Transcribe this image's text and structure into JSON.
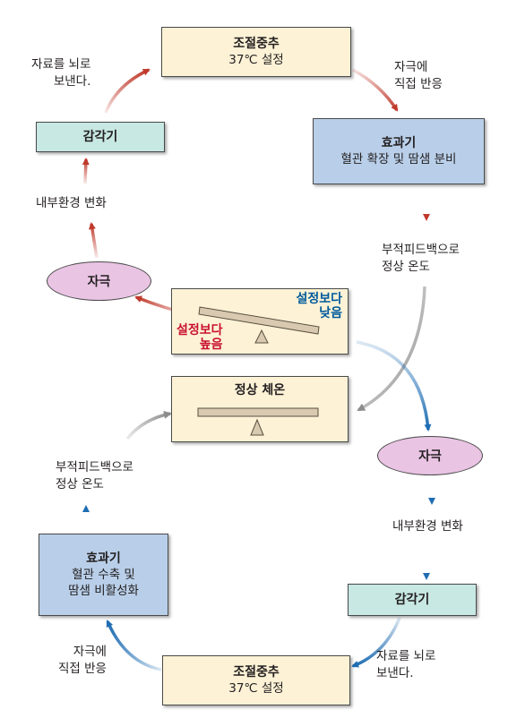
{
  "top_center": {
    "title": "조절중추",
    "subtitle": "37℃ 설정"
  },
  "top_effector": {
    "title": "효과기",
    "subtitle": "혈관 확장 및 땀샘 분비"
  },
  "top_sensor": {
    "title": "감각기"
  },
  "top_stimulus": {
    "label": "자극"
  },
  "top_labels": {
    "send_to_brain": "자료를 뇌로\n보낸다.",
    "direct_response": "자극에\n직접 반응",
    "internal_change": "내부환경 변화",
    "negative_feedback": "부적피드백으로\n정상 온도"
  },
  "balance_panel": {
    "high_label": "설정보다\n높음",
    "low_label": "설정보다\n낮음",
    "high_color": "#c8102e",
    "low_color": "#005a9c"
  },
  "normal_panel": {
    "title": "정상 체온"
  },
  "bottom_stimulus": {
    "label": "자극"
  },
  "bottom_labels": {
    "internal_change": "내부환경 변화",
    "send_to_brain": "자료를 뇌로\n보낸다.",
    "direct_response": "자극에\n직접 반응",
    "negative_feedback": "부적피드백으로\n정상 온도"
  },
  "bottom_sensor": {
    "title": "감각기"
  },
  "bottom_effector": {
    "title": "효과기",
    "subtitle": "혈관 수축 및\n땀샘 비활성화"
  },
  "bottom_center": {
    "title": "조절중추",
    "subtitle": "37℃ 설정"
  },
  "colors": {
    "red_arrow": "#c0392b",
    "blue_arrow": "#1f6db3",
    "gray_arrow": "#9e9e9e"
  }
}
